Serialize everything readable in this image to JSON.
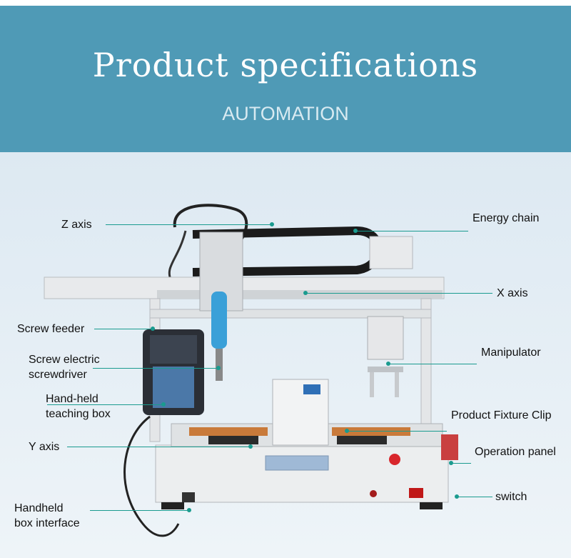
{
  "header": {
    "title": "Product specifications",
    "subtitle": "AUTOMATION"
  },
  "labels": {
    "z_axis": "Z axis",
    "energy_chain": "Energy chain",
    "x_axis": "X axis",
    "screw_feeder": "Screw feeder",
    "screw_screwdriver_line1": "Screw electric",
    "screw_screwdriver_line2": "screwdriver",
    "manipulator": "Manipulator",
    "teaching_box_line1": "Hand-held",
    "teaching_box_line2": "teaching box",
    "fixture_clip": "Product Fixture Clip",
    "y_axis": "Y axis",
    "operation_panel": "Operation panel",
    "switch": "switch",
    "interface_line1": "Handheld",
    "interface_line2": "box interface"
  },
  "colors": {
    "header_bg": "#4f9ab6",
    "leader": "#1a9b8f"
  }
}
